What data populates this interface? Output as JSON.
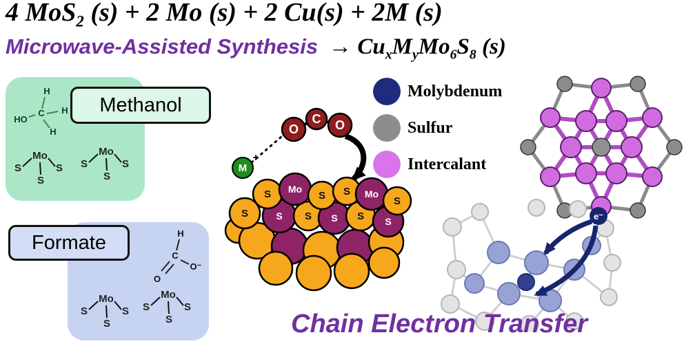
{
  "header": {
    "reactants_a": "4 MoS",
    "reactants_sub": "2",
    "reactants_b": " (s) + 2 Mo (s) + 2 Cu(s) + 2M (s)",
    "synthesis": "Microwave-Assisted Synthesis",
    "arrow": "→",
    "product": {
      "p1": "Cu",
      "s1": "x",
      "p2": "M",
      "s2": "y",
      "p3": "Mo",
      "s3": "6",
      "p4": "S",
      "s4": "8",
      "p5": " (s)"
    }
  },
  "boxes": {
    "methanol": {
      "label": "Methanol"
    },
    "formate": {
      "label": "Formate"
    }
  },
  "atoms": {
    "S": "S",
    "Mo": "Mo",
    "C": "C",
    "O": "O",
    "H": "H",
    "HO": "HO",
    "O_minus": "O⁻",
    "M": "M",
    "plus": "+",
    "electron": "e⁻"
  },
  "legend": {
    "items": [
      {
        "label": "Molybdenum",
        "color": "#1f2b7c"
      },
      {
        "label": "Sulfur",
        "color": "#8d8d8d"
      },
      {
        "label": "Intercalant",
        "color": "#d974ea"
      }
    ]
  },
  "footer": {
    "title": "Chain Electron Transfer"
  },
  "colors": {
    "accent_purple": "#7030a0",
    "methanol_green": "#abe7c6",
    "formate_blue": "#c6d4f2",
    "sulfur_orange": "#f6a71c",
    "molybdenum_maroon": "#8e2466",
    "co2_red": "#8f1d1d",
    "metal_green": "#1e8c1e"
  }
}
